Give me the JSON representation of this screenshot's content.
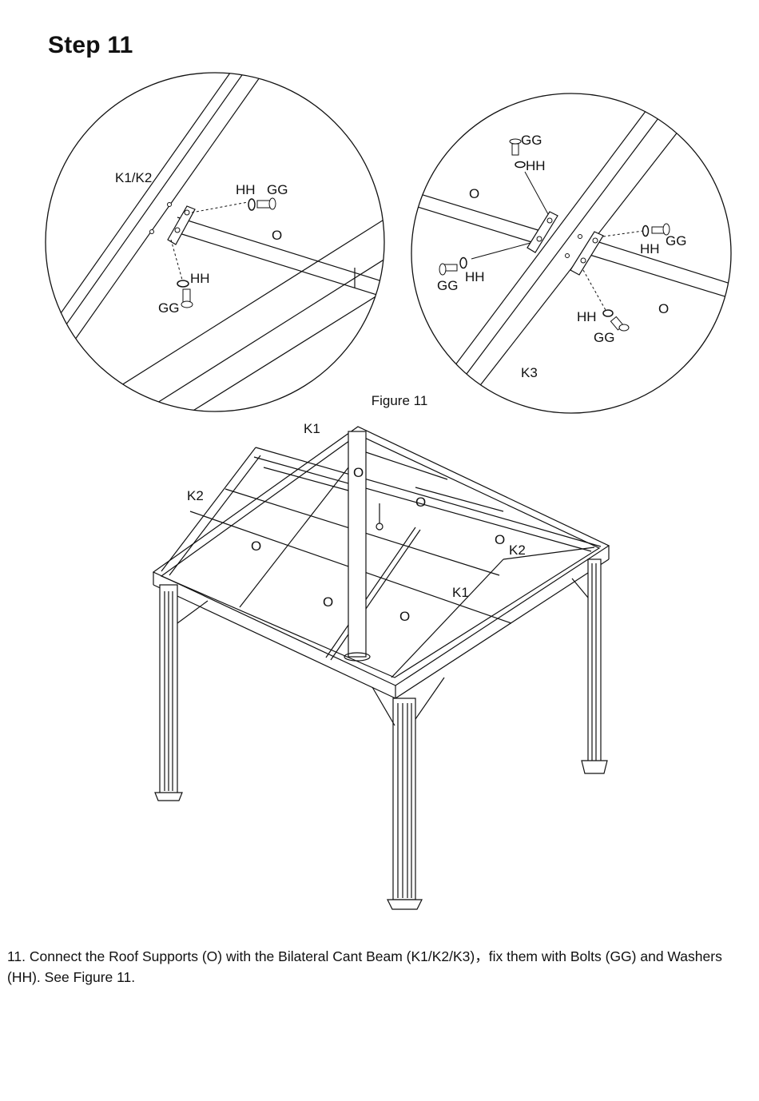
{
  "step_title": "Step 11",
  "figure_caption": "Figure 11",
  "instruction": "11.  Connect the Roof Supports (O) with the Bilateral Cant Beam (K1/K2/K3)，fix them with Bolts (GG) and Washers (HH). See Figure 11.",
  "detail_left": {
    "beam_label": "K1/K2",
    "support_label": "O",
    "washer_top": "HH",
    "bolt_top": "GG",
    "washer_bottom": "HH",
    "bolt_bottom": "GG"
  },
  "detail_right": {
    "beam_label": "K3",
    "support_left_label": "O",
    "support_right_label": "O",
    "bolt_top": "GG",
    "washer_top": "HH",
    "bolt_left": "GG",
    "washer_left": "HH",
    "washer_right": "HH",
    "bolt_right": "GG",
    "washer_bottom": "HH",
    "bolt_bottom": "GG"
  },
  "gazebo": {
    "k1_top": "K1",
    "k2_left": "K2",
    "k2_right": "K2",
    "k1_front": "K1",
    "o_labels": [
      "O",
      "O",
      "O",
      "O",
      "O",
      "O"
    ]
  }
}
